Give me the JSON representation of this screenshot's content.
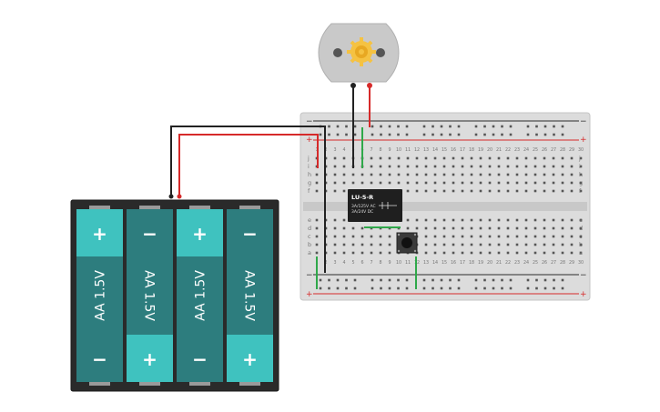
{
  "battery_pack": {
    "cells": [
      {
        "label": "AA 1.5V",
        "top_sign": "+",
        "bottom_sign": "−",
        "orientation": "positive-top"
      },
      {
        "label": "AA 1.5V",
        "top_sign": "−",
        "bottom_sign": "+",
        "orientation": "negative-top"
      },
      {
        "label": "AA 1.5V",
        "top_sign": "+",
        "bottom_sign": "−",
        "orientation": "positive-top"
      },
      {
        "label": "AA 1.5V",
        "top_sign": "−",
        "bottom_sign": "+",
        "orientation": "negative-top"
      }
    ],
    "cell_color": "#2d7d7e",
    "cap_color": "#3fc2bf",
    "case_color": "#2a2a2a"
  },
  "relay": {
    "model": "LU-5-R",
    "rating_line1": "3A/125V AC",
    "rating_line2": "3A/24V DC",
    "body_color": "#1f1f1f"
  },
  "breadboard": {
    "row_letters_top": [
      "j",
      "i",
      "h",
      "g",
      "f"
    ],
    "row_letters_bottom": [
      "e",
      "d",
      "c",
      "b",
      "a"
    ],
    "column_numbers": [
      "1",
      "2",
      "3",
      "4",
      "5",
      "6",
      "7",
      "8",
      "9",
      "10",
      "11",
      "12",
      "13",
      "14",
      "15",
      "16",
      "17",
      "18",
      "19",
      "20",
      "21",
      "22",
      "23",
      "24",
      "25",
      "26",
      "27",
      "28",
      "29",
      "30"
    ],
    "rail_plus": "+",
    "rail_minus": "−",
    "body_color": "#dcdcdc"
  },
  "motor": {
    "shaft_color": "#f5c242",
    "body_color": "#c9c9c9"
  },
  "wire_colors": {
    "red": "#d62a2a",
    "black": "#222222",
    "green": "#2fa84a"
  }
}
